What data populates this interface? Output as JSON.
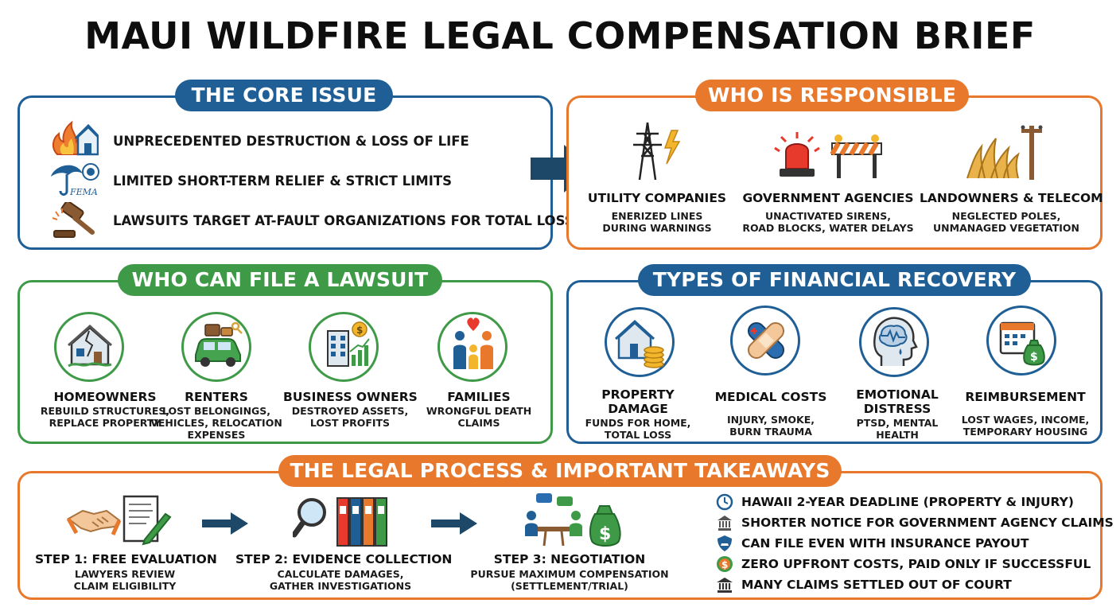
{
  "title": "MAUI WILDFIRE LEGAL COMPENSATION BRIEF",
  "core_issue": {
    "heading": "THE CORE ISSUE",
    "items": [
      {
        "icon": "fire-house-icon",
        "text": "UNPRECEDENTED DESTRUCTION & LOSS OF LIFE"
      },
      {
        "icon": "fema-umbrella-icon",
        "text": "LIMITED SHORT-TERM RELIEF & STRICT LIMITS",
        "icon_label": "FEMA"
      },
      {
        "icon": "gavel-icon",
        "text": "LAWSUITS TARGET AT-FAULT ORGANIZATIONS FOR TOTAL LOSS"
      }
    ]
  },
  "responsible": {
    "heading": "WHO IS RESPONSIBLE",
    "items": [
      {
        "icon": "power-tower-icon",
        "title": "UTILITY COMPANIES",
        "desc": [
          "ENERIZED LINES",
          "DURING WARNINGS"
        ]
      },
      {
        "icon": "siren-barrier-icon",
        "title": "GOVERNMENT AGENCIES",
        "desc": [
          "UNACTIVATED SIRENS,",
          "ROAD BLOCKS, WATER DELAYS"
        ]
      },
      {
        "icon": "grass-pole-icon",
        "title": "LANDOWNERS & TELECOM",
        "desc": [
          "NEGLECTED POLES,",
          "UNMANAGED VEGETATION"
        ]
      }
    ]
  },
  "who_can_file": {
    "heading": "WHO CAN FILE A LAWSUIT",
    "items": [
      {
        "icon": "damaged-house-icon",
        "title": "HOMEOWNERS",
        "desc": [
          "REBUILD STRUCTURES,",
          "REPLACE PROPERTY"
        ]
      },
      {
        "icon": "car-luggage-icon",
        "title": "RENTERS",
        "desc": [
          "LOST BELONGINGS,",
          "VEHICLES, RELOCATION",
          "EXPENSES"
        ]
      },
      {
        "icon": "building-chart-icon",
        "title": "BUSINESS OWNERS",
        "desc": [
          "DESTROYED ASSETS,",
          "LOST PROFITS"
        ]
      },
      {
        "icon": "family-heart-icon",
        "title": "FAMILIES",
        "desc": [
          "WRONGFUL DEATH",
          "CLAIMS"
        ]
      }
    ]
  },
  "recovery": {
    "heading": "TYPES OF FINANCIAL RECOVERY",
    "items": [
      {
        "icon": "house-coins-icon",
        "title": [
          "PROPERTY",
          "DAMAGE"
        ],
        "desc": [
          "FUNDS FOR HOME,",
          "TOTAL LOSS"
        ]
      },
      {
        "icon": "bandage-icon",
        "title": [
          "MEDICAL COSTS"
        ],
        "desc": [
          "INJURY, SMOKE,",
          "BURN TRAUMA"
        ]
      },
      {
        "icon": "brain-head-icon",
        "title": [
          "EMOTIONAL",
          "DISTRESS"
        ],
        "desc": [
          "PTSD, MENTAL",
          "HEALTH"
        ]
      },
      {
        "icon": "calendar-money-icon",
        "title": [
          "REIMBURSEMENT"
        ],
        "desc": [
          "LOST WAGES, INCOME,",
          "TEMPORARY HOUSING"
        ]
      }
    ]
  },
  "process": {
    "heading": "THE LEGAL PROCESS & IMPORTANT TAKEAWAYS",
    "steps": [
      {
        "icon": "handshake-document-icon",
        "title": "STEP 1: FREE EVALUATION",
        "desc": [
          "LAWYERS REVIEW",
          "CLAIM ELIGIBILITY"
        ]
      },
      {
        "icon": "magnifier-binders-icon",
        "title": "STEP 2: EVIDENCE COLLECTION",
        "desc": [
          "CALCULATE DAMAGES,",
          "GATHER INVESTIGATIONS"
        ]
      },
      {
        "icon": "meeting-moneybag-icon",
        "title": "STEP 3: NEGOTIATION",
        "desc": [
          "PURSUE MAXIMUM COMPENSATION",
          "(SETTLEMENT/TRIAL)"
        ]
      }
    ],
    "takeaways": [
      {
        "icon": "clock-icon",
        "text": "HAWAII 2-YEAR DEADLINE (PROPERTY & INJURY)"
      },
      {
        "icon": "government-building-icon",
        "text": "SHORTER NOTICE FOR GOVERNMENT AGENCY CLAIMS"
      },
      {
        "icon": "shield-car-icon",
        "text": "CAN FILE EVEN WITH INSURANCE PAYOUT"
      },
      {
        "icon": "dollar-coin-icon",
        "text": "ZERO UPFRONT COSTS, PAID ONLY IF SUCCESSFUL"
      },
      {
        "icon": "courthouse-icon",
        "text": "MANY CLAIMS SETTLED OUT OF COURT"
      }
    ]
  },
  "colors": {
    "blue": "#1f5f96",
    "orange": "#e8782b",
    "green": "#3f9a48",
    "navy_arrow": "#1e4868"
  }
}
